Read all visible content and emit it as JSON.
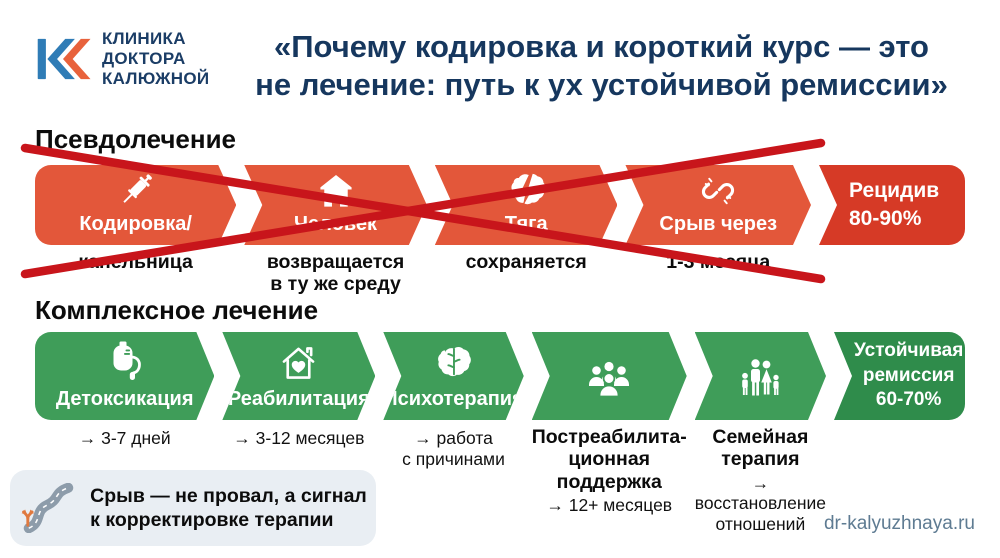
{
  "logo": {
    "name": "КЛИНИКА\nДОКТОРА\nКАЛЮЖНОЙ"
  },
  "title": "«Почему кодировка и короткий курс — это\nне лечение: путь к ух устойчивой ремиссии»",
  "pseudo": {
    "heading": "Псевдолечение",
    "steps": [
      {
        "icon": "syringe-icon",
        "label": "Кодировка/",
        "below_bold": "капельница"
      },
      {
        "icon": "house-icon",
        "label": "Человек",
        "below_bold": "возвращается\nв ту же среду"
      },
      {
        "icon": "brain-lightning-icon",
        "label": "Тяга",
        "below_bold": "сохраняется"
      },
      {
        "icon": "broken-chain-icon",
        "label": "Срыв через",
        "below_bold": "1-3 месяца"
      }
    ],
    "result": "Рецидив\n80-90%"
  },
  "complex": {
    "heading": "Комплексное лечение",
    "steps": [
      {
        "icon": "iv-drip-icon",
        "label": "Детоксикация",
        "below": "→ 3-7 дней"
      },
      {
        "icon": "house-heart-icon",
        "label": "Реабилитация",
        "below": "→ 3-12 месяцев"
      },
      {
        "icon": "brain-icon",
        "label": "Психотерапия",
        "below": "→ работа\nс причинами"
      },
      {
        "icon": "people-group-icon",
        "below_bold": "Постреабилита-\nционная\nподдержка",
        "below": "→ 12+ месяцев"
      },
      {
        "icon": "family-icon",
        "below_bold": "Семейная\nтерапия",
        "below": "→ восстановление\nотношений"
      }
    ],
    "result": "Устойчивая\nремиссия\n60-70%"
  },
  "footer": {
    "note": "Срыв — не провал, а сигнал\nк корректировке терапии",
    "site": "dr-kalyuzhnaya.ru"
  },
  "colors": {
    "red": "#E3573A",
    "red_dark": "#D63A26",
    "green": "#3F9D59",
    "green_dark": "#2F8C4B",
    "navy": "#16375E",
    "cross_red": "#C8151B",
    "badge_bg": "#E9EEF3",
    "logo_blue": "#2F7CB6",
    "logo_orange": "#E8623C"
  }
}
